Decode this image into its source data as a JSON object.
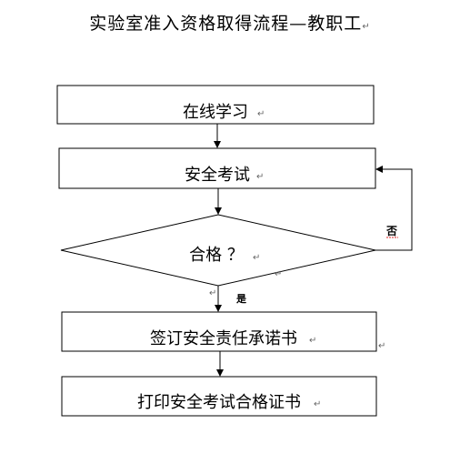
{
  "title": "实验室准入资格取得流程—教职工",
  "steps": {
    "study": "在线学习",
    "exam": "安全考试",
    "decision": "合格 ？",
    "sign": "签订安全责任承诺书",
    "print": "打印安全考试合格证书"
  },
  "edges": {
    "yes": "是",
    "no": "否"
  },
  "paragraph_mark": "↵"
}
